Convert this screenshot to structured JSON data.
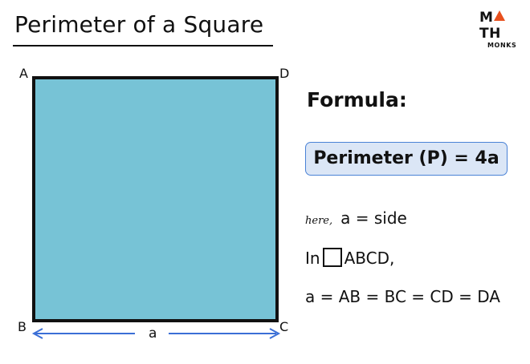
{
  "title": "Perimeter of a Square",
  "logo": {
    "top": "MATH",
    "bottom": "MONKS",
    "top_left": "M",
    "top_right": "TH",
    "accent_color": "#e8501e"
  },
  "square": {
    "fill_color": "#77c3d6",
    "vertices": {
      "A": "A",
      "B": "B",
      "C": "C",
      "D": "D"
    },
    "side_label": "a",
    "arrow_color": "#3b6fd6"
  },
  "formula": {
    "heading": "Formula:",
    "box_text": "Perimeter (P) = 4a",
    "here_text": "here,",
    "side_def": "a = side",
    "in_text": "In",
    "abcd_text": "ABCD,",
    "equality": "a = AB = BC = CD = DA"
  }
}
